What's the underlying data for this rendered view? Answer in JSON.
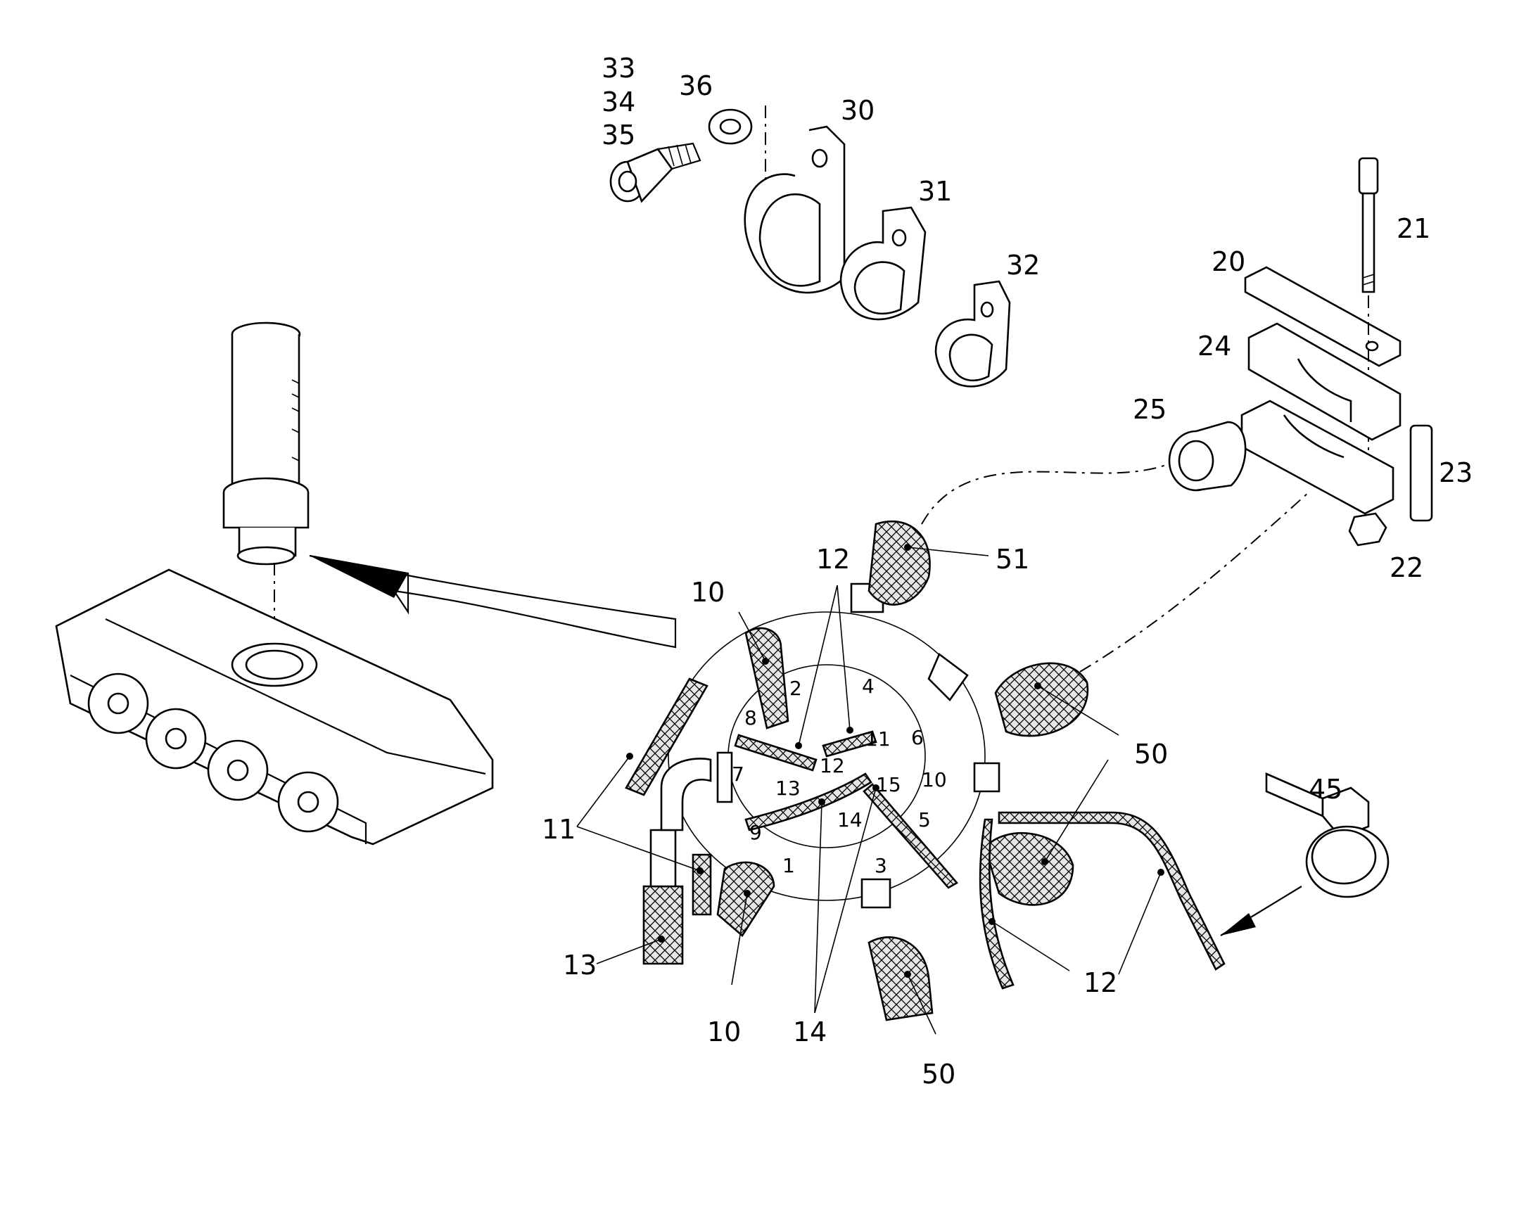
{
  "callouts": {
    "c33": "33",
    "c34": "34",
    "c35": "35",
    "c36": "36",
    "c30": "30",
    "c31": "31",
    "c32": "32",
    "c21": "21",
    "c20": "20",
    "c24": "24",
    "c25": "25",
    "c23": "23",
    "c22": "22",
    "c51": "51",
    "c12a": "12",
    "c10a": "10",
    "c50a": "50",
    "c45": "45",
    "c11": "11",
    "c13": "13",
    "c10b": "10",
    "c14": "14",
    "c50b": "50",
    "c12b": "12"
  },
  "ports": {
    "p4": "4",
    "p2": "2",
    "p8": "8",
    "p11": "11",
    "p12": "12",
    "p6": "6",
    "p7": "7",
    "p13": "13",
    "p15": "15",
    "p10": "10",
    "p14": "14",
    "p9": "9",
    "p5": "5",
    "p1": "1",
    "p3": "3"
  }
}
